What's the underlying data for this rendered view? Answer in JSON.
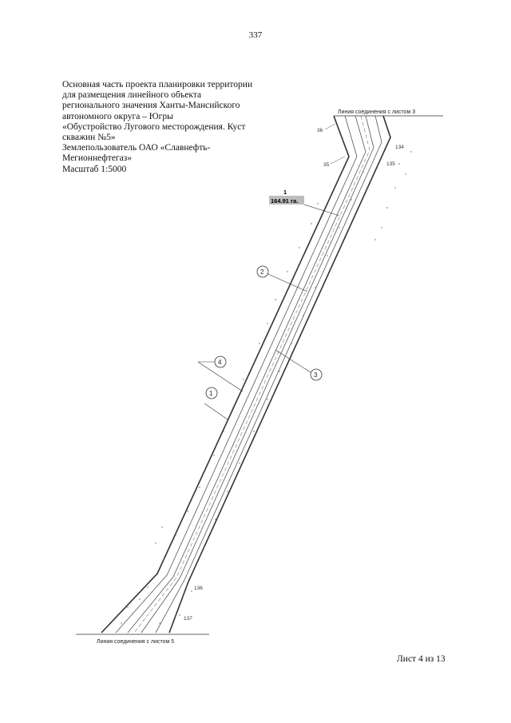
{
  "page_number": "337",
  "title_lines": [
    "Основная часть проекта планировки территории",
    "для размещения линейного объекта",
    "регионального значения Ханты-Мансийского",
    "автономного округа – Югры",
    "«Обустройство Лугового месторождения. Куст",
    "скважин №5»",
    "Землепользователь ОАО «Славнефть-",
    "Мегионнефтегаз»",
    "Масштаб 1:5000"
  ],
  "sheet_label": "Лист 4 из 13",
  "drawing": {
    "join_top": "Линия соединения с листом 3",
    "join_bottom": "Линия соединения с листом 5",
    "area_id": "1",
    "area_value": "164.91 га.",
    "callouts": [
      "2",
      "4",
      "1",
      "3"
    ],
    "points": [
      "36",
      "35",
      "134",
      "135",
      "136",
      "137"
    ],
    "colors": {
      "ink": "#333333",
      "highlight": "#bdbdbd"
    }
  }
}
